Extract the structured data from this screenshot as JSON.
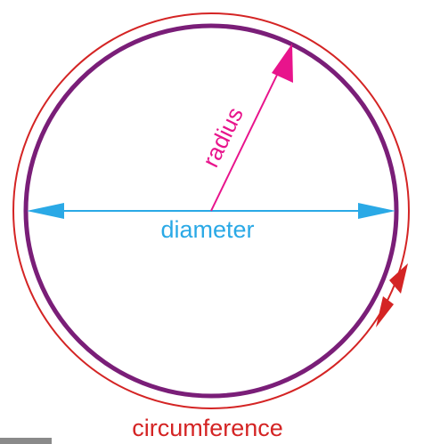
{
  "labels": {
    "radius": "radius",
    "diameter": "diameter",
    "circumference": "circumference"
  },
  "colors": {
    "circle_stroke": "#7a1e78",
    "circumference_stroke": "#d42424",
    "radius": "#e8148c",
    "diameter": "#2aa9e6",
    "circumference_arrow": "#d42424",
    "tab": "#8a8a8a"
  },
  "icons": {
    "radius_arrow": "arrow-icon",
    "diameter_arrows": "double-arrow-icon",
    "circumference_arrow": "curved-arrow-icon"
  }
}
